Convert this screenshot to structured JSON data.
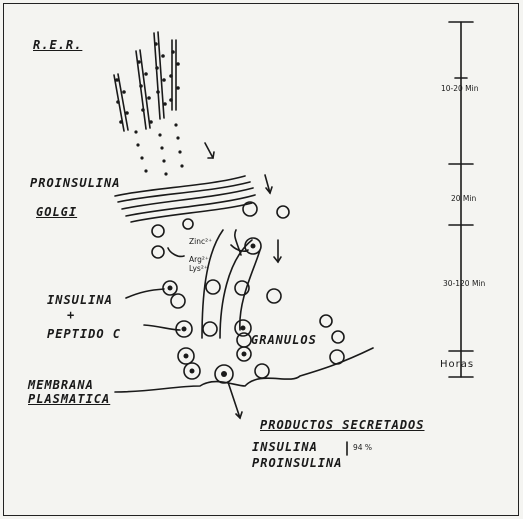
{
  "labels": {
    "rer": "R.E.R.",
    "proinsulina": "PROINSULINA",
    "golgi": "GOLGI",
    "zinc": "Zinc²⁺",
    "arg": "Arg²⁺",
    "lys": "Lys²⁺",
    "insulina": "INSULINA",
    "plus": "+",
    "peptido": "PEPTIDO C",
    "granulos": "GRANULOS",
    "membrana": "MEMBRANA",
    "plasmatica": "PLASMATICA",
    "productos": "PRODUCTOS SECRETADOS",
    "insulina2": "INSULINA",
    "proinsulina2": "PROINSULINA",
    "percent": "94 %"
  },
  "timescale": {
    "t1": "10-20 Min",
    "t2": "20 Min",
    "t3": "30-120 Min",
    "t4": "Horas"
  }
}
